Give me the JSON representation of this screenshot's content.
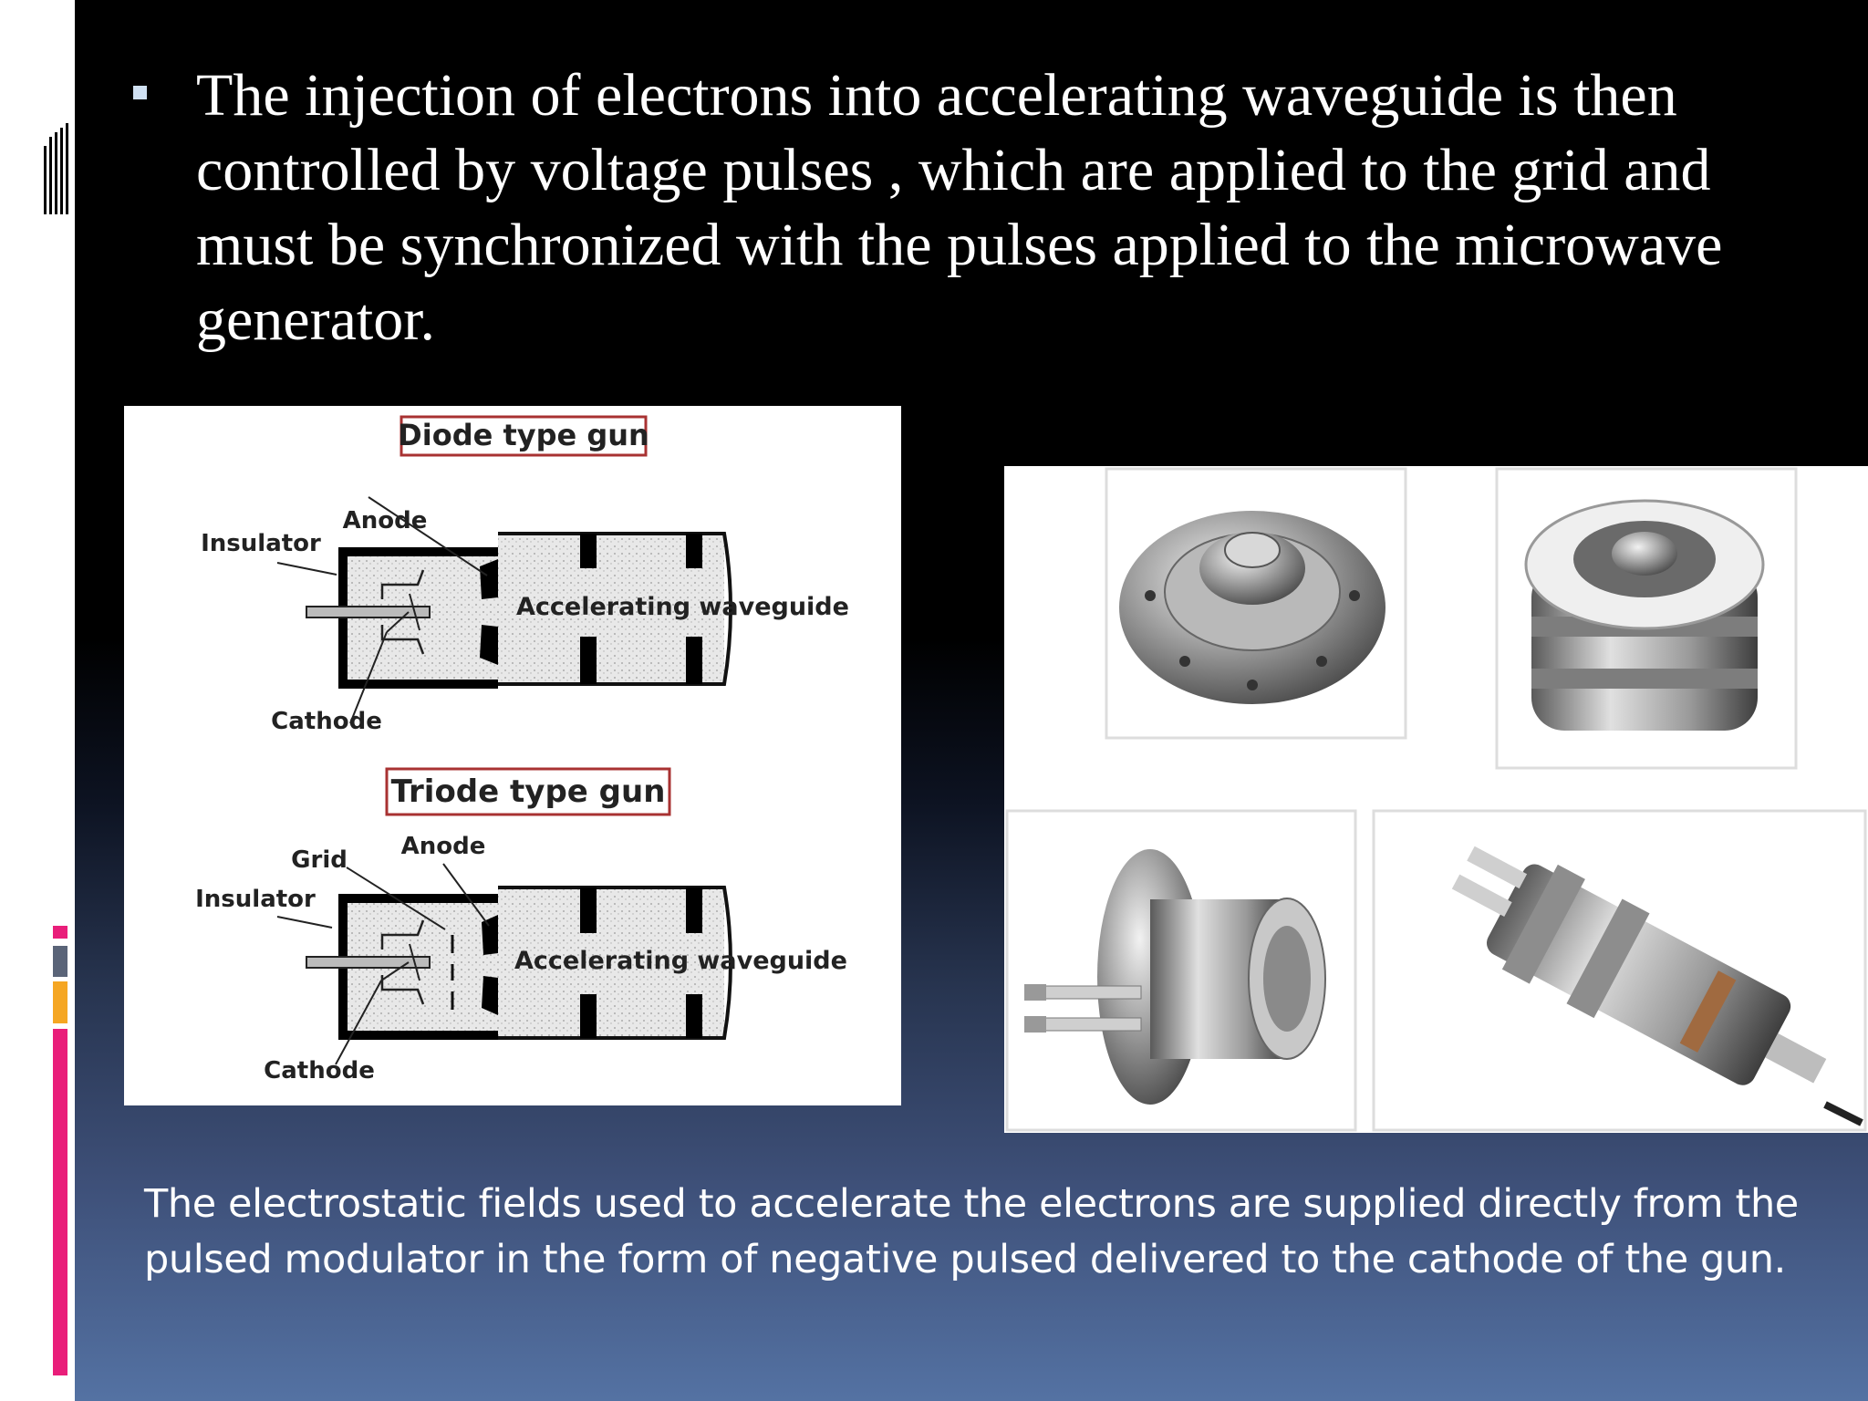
{
  "slide": {
    "bullet_text": "The injection of electrons into accelerating waveguide is  then controlled by voltage pulses , which are applied to the grid and must be synchronized with the pulses applied to the microwave generator.",
    "caption": "The electrostatic fields used to accelerate the electrons are supplied directly from the pulsed modulator in the form of negative pulsed delivered to the cathode of the gun."
  },
  "diagram": {
    "diode_title": "Diode type gun",
    "triode_title": "Triode type gun",
    "anode": "Anode",
    "insulator": "Insulator",
    "cathode": "Cathode",
    "grid": "Grid",
    "waveguide": "Accelerating waveguide"
  },
  "colors": {
    "accent_pink": "#e91e7a",
    "accent_orange": "#f5a623",
    "accent_slate": "#5a6478",
    "title_box_border": "#a83232"
  }
}
